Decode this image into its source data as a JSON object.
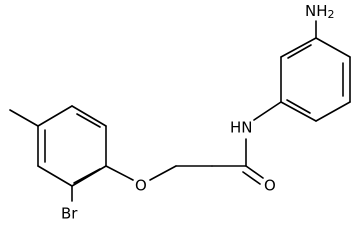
{
  "molecule": {
    "atoms": {
      "amino": "NH2",
      "amide_nh": "HN",
      "carbonyl_o": "O",
      "ether_o": "O",
      "bromo": "Br"
    },
    "colors": {
      "bond": "#000000",
      "label": "#000000",
      "background": "#ffffff"
    }
  }
}
